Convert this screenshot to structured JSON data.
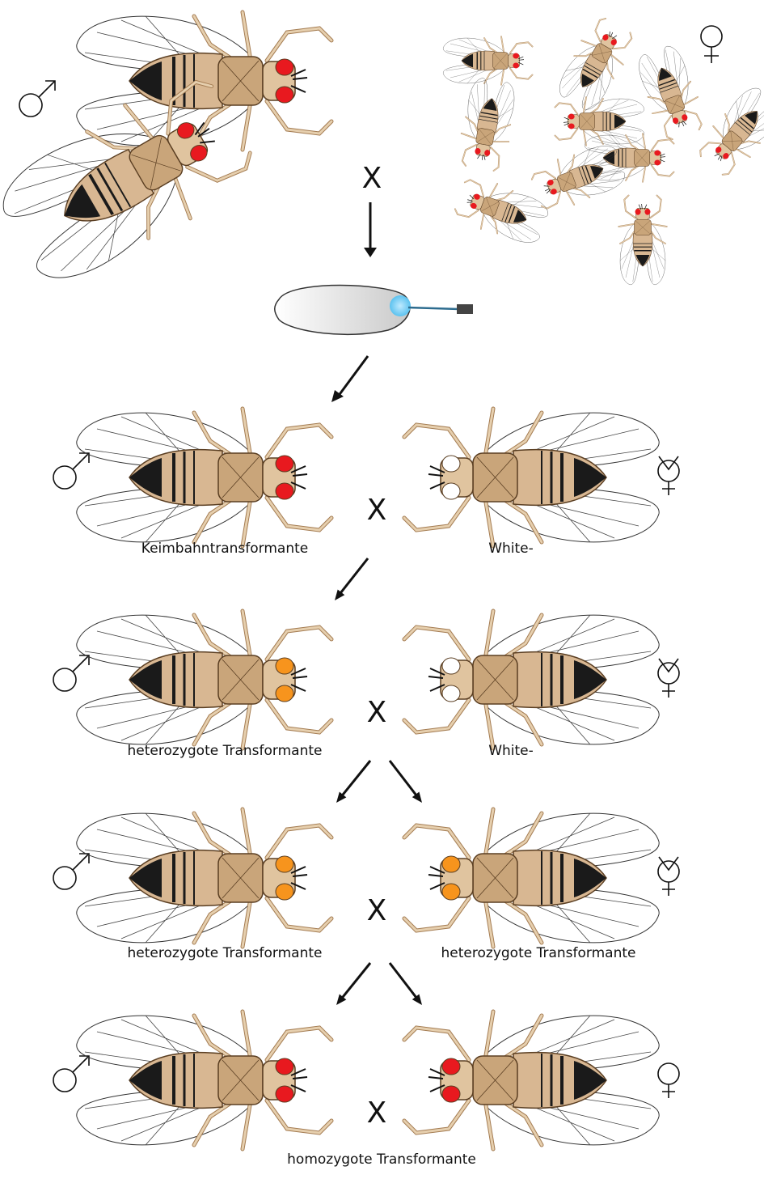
{
  "cross_symbol": "X",
  "colors": {
    "body": "#d8b792",
    "thorax": "#c9a57a",
    "outline": "#5a3e22",
    "stripe": "#1a1a1a",
    "eye_red": "#e8191f",
    "eye_orange": "#f7941d",
    "eye_white": "#ffffff",
    "injection_tip": "#6fcff2"
  },
  "symbols": {
    "male": "male-symbol",
    "female": "female-symbol",
    "virgin_female": "virgin-female-symbol"
  },
  "generations": [
    {
      "left_label": "Keimbahntransformante",
      "right_label": "White-",
      "left_eye": "red",
      "right_eye": "white",
      "right_symbol": "virgin-female"
    },
    {
      "left_label": "heterozygote Transformante",
      "right_label": "White-",
      "left_eye": "orange",
      "right_eye": "white",
      "right_symbol": "virgin-female"
    },
    {
      "left_label": "heterozygote Transformante",
      "right_label": "heterozygote Transformante",
      "left_eye": "orange",
      "right_eye": "orange",
      "right_symbol": "virgin-female"
    },
    {
      "left_label": "homozygote Transformante",
      "right_label": "",
      "left_eye": "red",
      "right_eye": "red",
      "right_symbol": "female"
    }
  ]
}
